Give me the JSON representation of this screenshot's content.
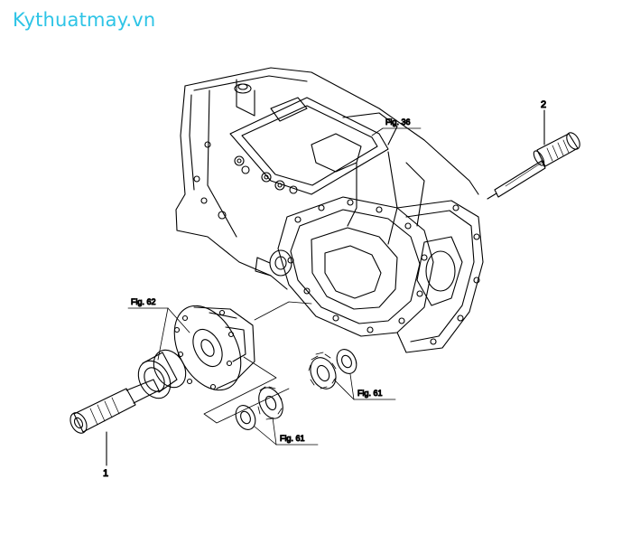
{
  "watermark": "Kythuatmay.vn",
  "callouts": {
    "fig36": "Fig. 36",
    "fig62": "Fig. 62",
    "fig61a": "Fig. 61",
    "fig61b": "Fig. 61",
    "part1": "1",
    "part2": "2"
  },
  "colors": {
    "line": "#000000",
    "watermark": "#2ec4e6"
  }
}
